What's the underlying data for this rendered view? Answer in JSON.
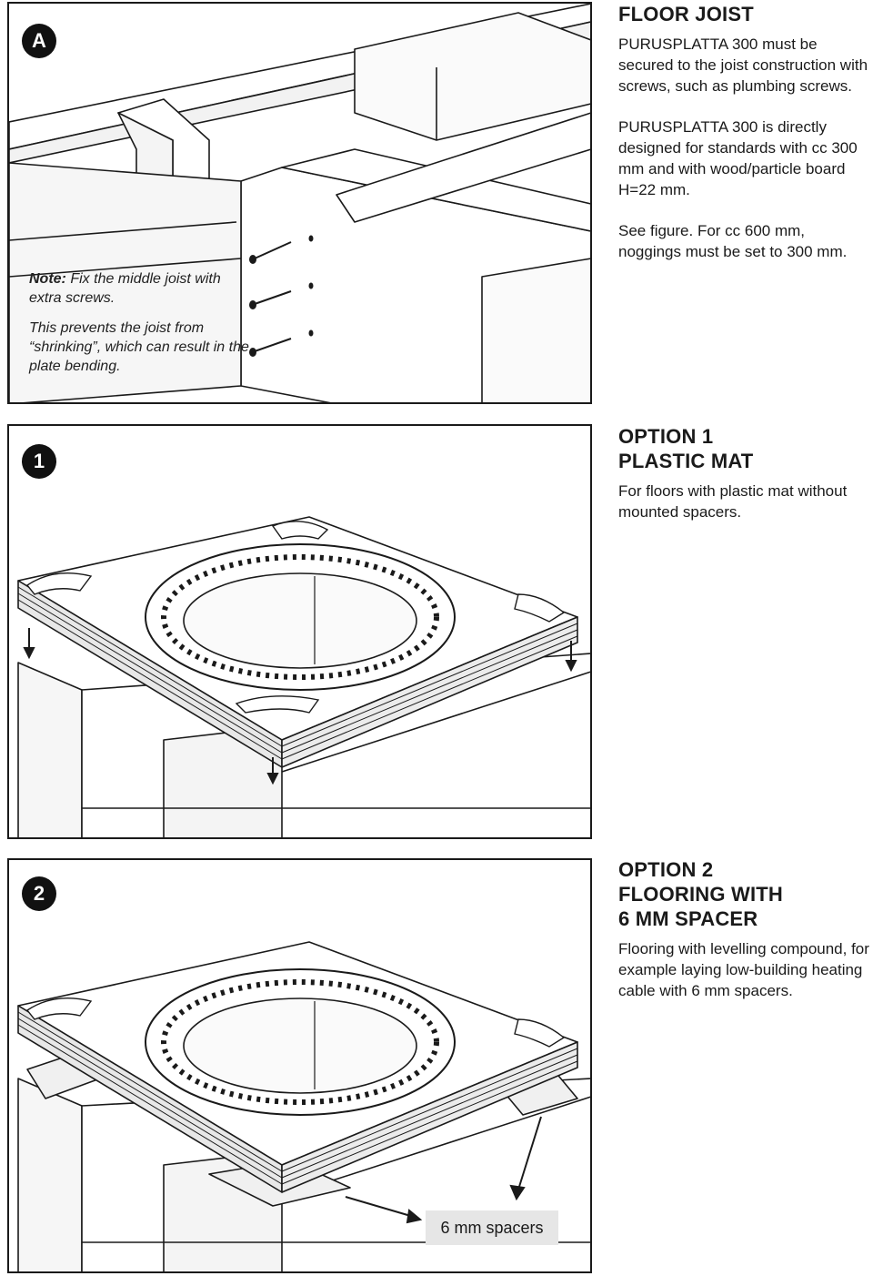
{
  "panel_a": {
    "badge": "A",
    "note_label": "Note:",
    "note_text": "Fix the middle joist with extra screws.",
    "note_text2": "This prevents the joist from “shrinking”, which can result in the plate bending."
  },
  "panel_1": {
    "badge": "1"
  },
  "panel_2": {
    "badge": "2",
    "spacer_label": "6 mm spacers"
  },
  "section_a": {
    "title": "FLOOR JOIST",
    "para1": "PURUSPLATTA 300 must be secured to the joist construction with screws, such as plumbing screws.",
    "para2": "PURUSPLATTA 300 is directly designed for standards with cc 300 mm and with wood/particle board H=22 mm.",
    "para3": "See figure. For cc 600 mm, noggings must be set to 300 mm."
  },
  "section_1": {
    "title_line1": "OPTION 1",
    "title_line2": "PLASTIC MAT",
    "para": "For floors with plastic mat without mounted spacers."
  },
  "section_2": {
    "title_line1": "OPTION 2",
    "title_line2": "FLOORING WITH",
    "title_line3": "6 MM SPACER",
    "para": "Flooring with levelling compound, for example laying low-building heating cable with 6 mm spacers."
  }
}
